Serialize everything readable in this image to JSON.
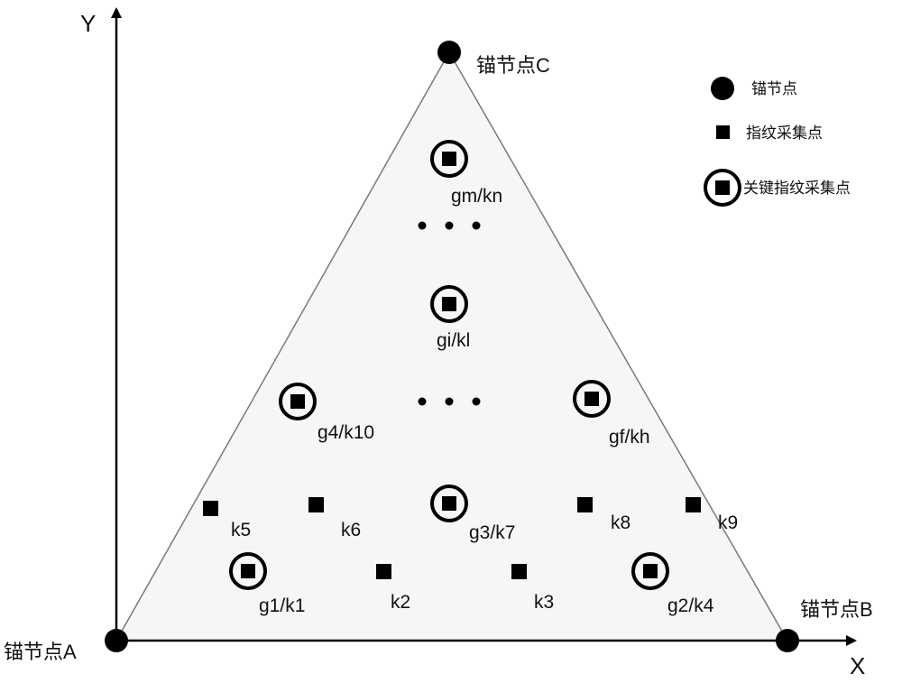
{
  "axes": {
    "x_label": "X",
    "y_label": "Y"
  },
  "anchors": {
    "a": {
      "label": "锚节点A"
    },
    "b": {
      "label": "锚节点B"
    },
    "c": {
      "label": "锚节点C"
    }
  },
  "points": {
    "g1": {
      "label": "g1/k1",
      "kind": "key"
    },
    "k2": {
      "label": "k2",
      "kind": "fingerprint"
    },
    "k3": {
      "label": "k3",
      "kind": "fingerprint"
    },
    "g2": {
      "label": "g2/k4",
      "kind": "key"
    },
    "k5": {
      "label": "k5",
      "kind": "fingerprint"
    },
    "k6": {
      "label": "k6",
      "kind": "fingerprint"
    },
    "g3": {
      "label": "g3/k7",
      "kind": "key"
    },
    "k8": {
      "label": "k8",
      "kind": "fingerprint"
    },
    "k9": {
      "label": "k9",
      "kind": "fingerprint"
    },
    "g4": {
      "label": "g4/k10",
      "kind": "key"
    },
    "gf": {
      "label": "gf/kh",
      "kind": "key"
    },
    "gi": {
      "label": "gi/kl",
      "kind": "key"
    },
    "gm": {
      "label": "gm/kn",
      "kind": "key"
    }
  },
  "legend": {
    "anchor": "锚节点",
    "fingerprint": "指纹采集点",
    "key_fingerprint": "关键指纹采集点"
  },
  "colors": {
    "ink": "#000000",
    "triangle_fill": "#f6f6f6",
    "triangle_stroke": "#7a7a7a"
  }
}
